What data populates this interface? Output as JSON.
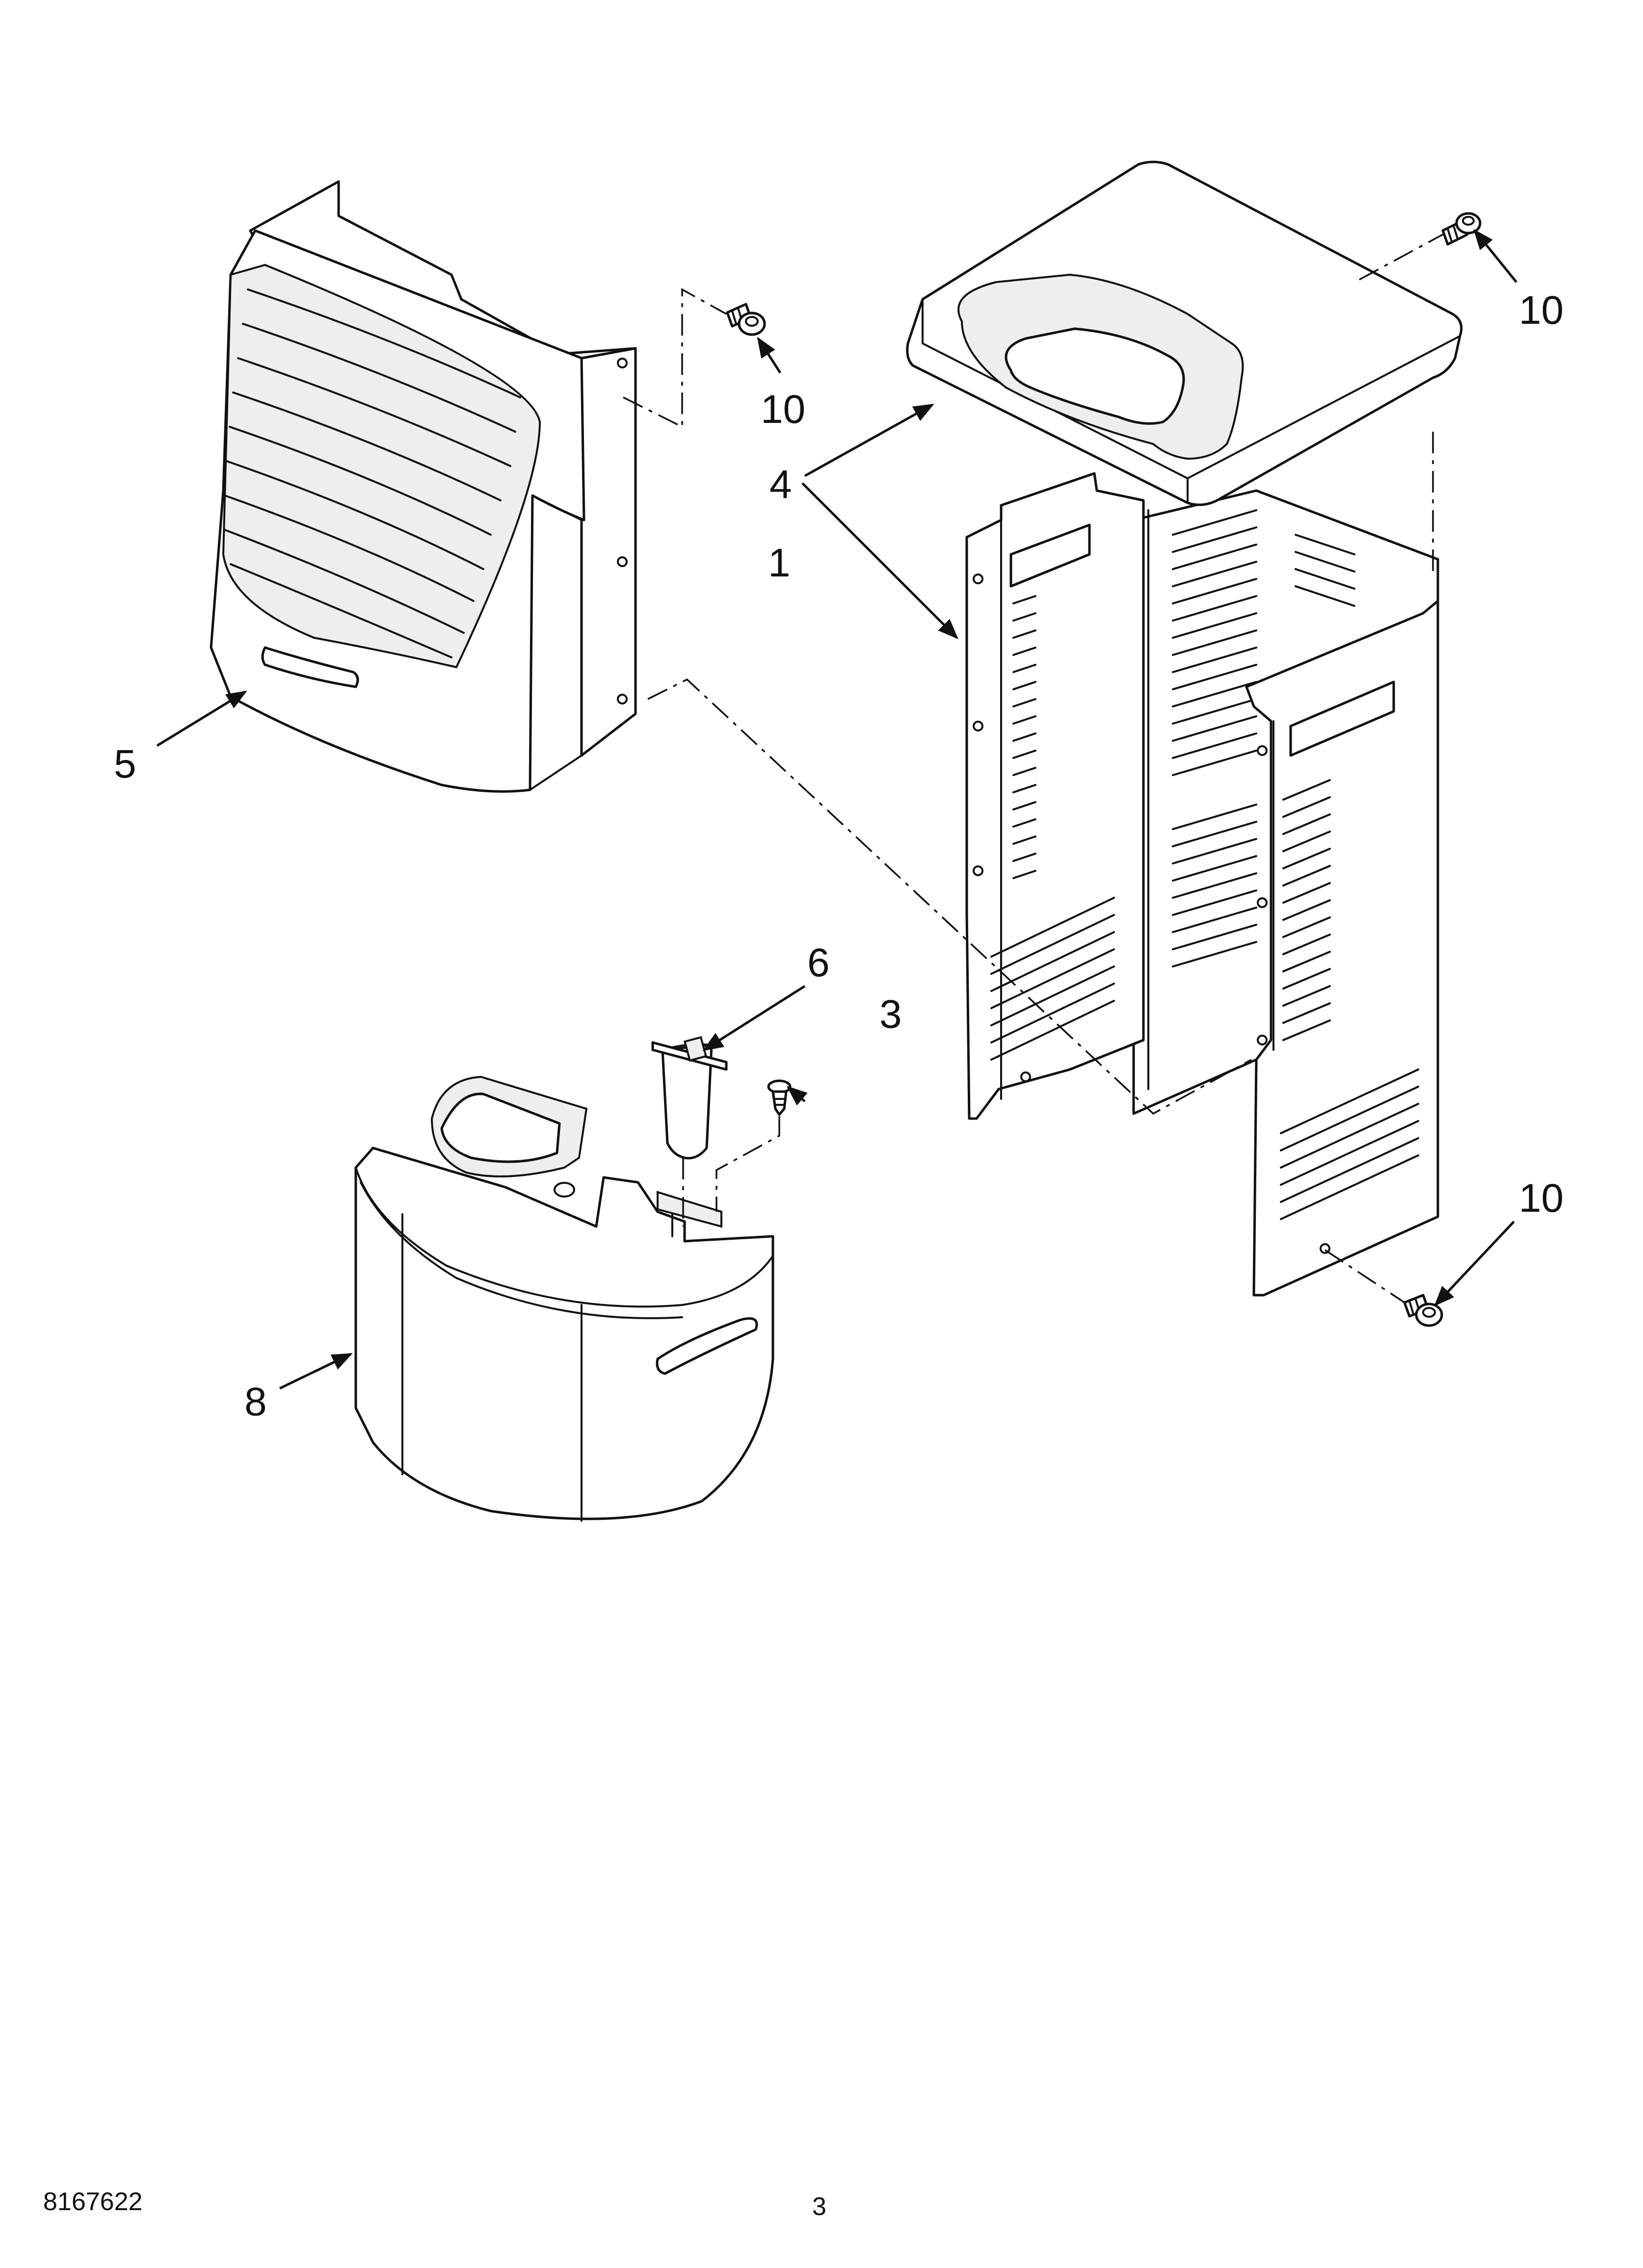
{
  "callouts": {
    "c1": "1",
    "c3": "3",
    "c4": "4",
    "c5": "5",
    "c6": "6",
    "c8": "8",
    "c10_a": "10",
    "c10_b": "10",
    "c10_c": "10"
  },
  "footer": {
    "doc_number": "8167622",
    "page_number": "3"
  }
}
